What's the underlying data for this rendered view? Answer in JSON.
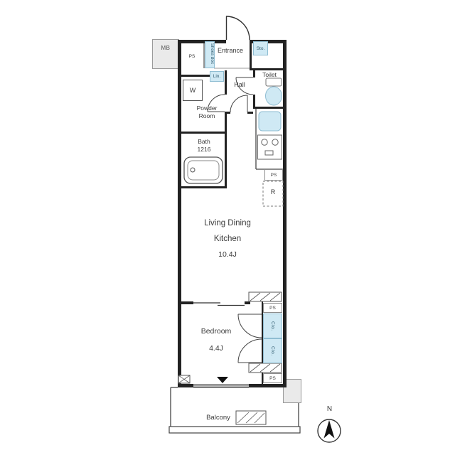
{
  "labels": {
    "mb": "MB",
    "ps": "PS",
    "shoes_box": "Shoes Box",
    "entrance": "Entrance",
    "sto": "Sto.",
    "lin": "Lin.",
    "hall": "Hall",
    "toilet": "Toilet",
    "washer": "W",
    "powder_line1": "Powder",
    "powder_line2": "Room",
    "bath_line1": "Bath",
    "bath_line2": "1216",
    "fridge": "R",
    "ldk_line1": "Living Dining",
    "ldk_line2": "Kitchen",
    "ldk_size": "10.4J",
    "bedroom": "Bedroom",
    "bedroom_size": "4.4J",
    "closet": "Clo.",
    "balcony": "Balcony",
    "north": "N"
  },
  "colors": {
    "wall": "#222222",
    "fixture_fill": "#cfe9f4",
    "fixture_border": "#8fbdd2",
    "meter_box_fill": "#eaeaea"
  }
}
